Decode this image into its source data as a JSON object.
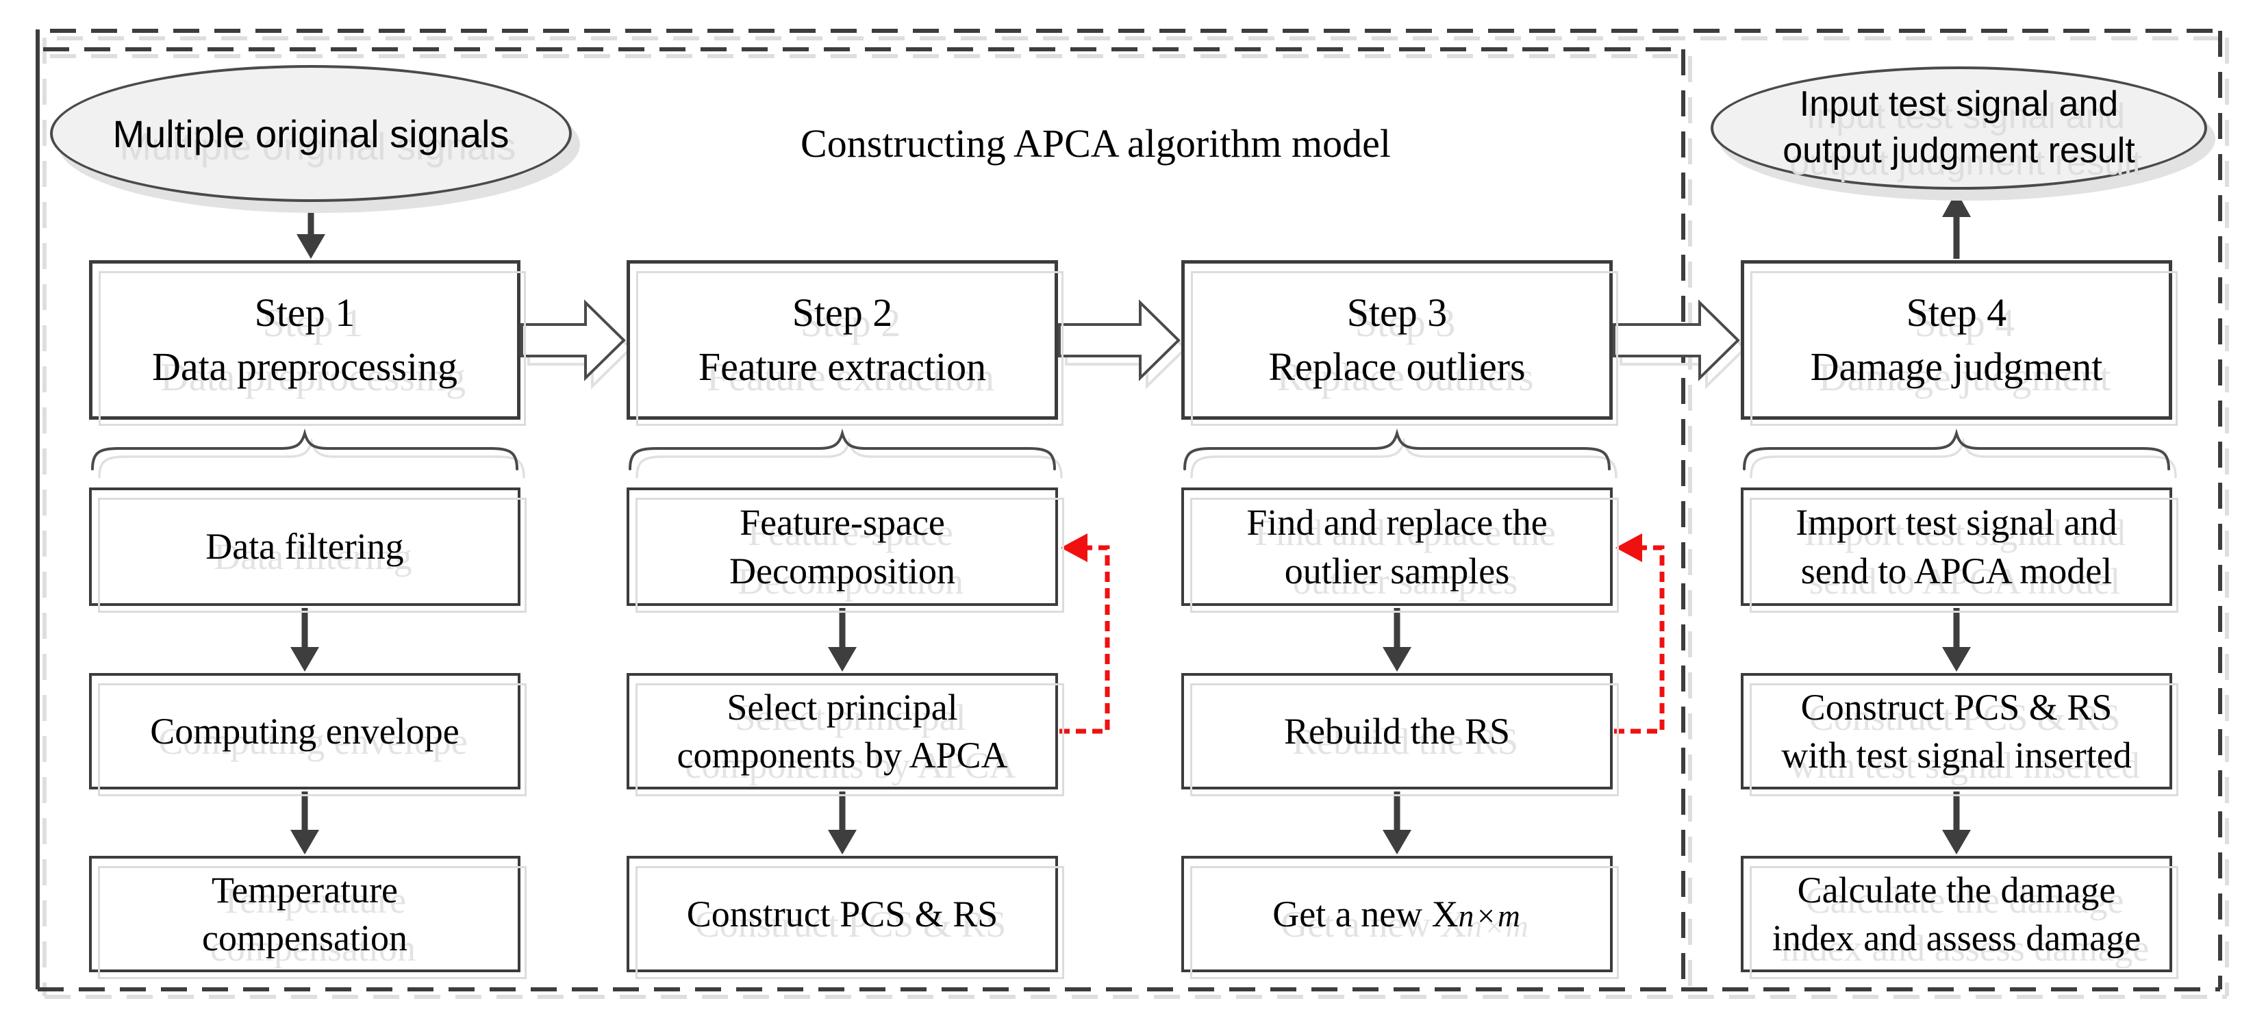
{
  "title": "Constructing APCA algorithm model",
  "ellipses": {
    "left": "Multiple original signals",
    "right": "Input test signal and\noutput judgment result"
  },
  "columns": [
    {
      "step": "Step 1\nData preprocessing",
      "boxes": [
        "Data filtering",
        "Computing envelope",
        "Temperature\ncompensation"
      ]
    },
    {
      "step": "Step 2\nFeature extraction",
      "boxes": [
        "Feature-space\nDecomposition",
        "Select principal\ncomponents by APCA",
        "Construct PCS & RS"
      ]
    },
    {
      "step": "Step 3\nReplace outliers",
      "boxes": [
        "Find and replace the\noutlier samples",
        "Rebuild the RS"
      ],
      "special_box": {
        "main": "Get a new X",
        "subscript": "n×m"
      }
    },
    {
      "step": "Step 4\nDamage judgment",
      "boxes": [
        "Import test signal and\nsend to APCA model",
        "Construct PCS & RS\nwith test signal inserted",
        "Calculate the damage\nindex and assess damage"
      ]
    }
  ],
  "colors": {
    "line": "#3d3d3d",
    "echo": "#dedede",
    "feedback_red": "#f01010",
    "ellipse_fill": "#f1f1f1"
  }
}
